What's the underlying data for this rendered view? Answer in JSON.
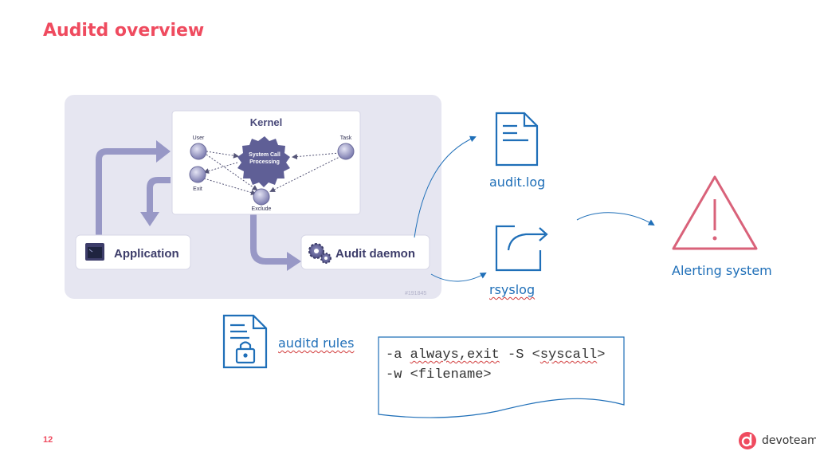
{
  "slide": {
    "title": "Auditd overview",
    "page_number": "12",
    "brand": "devoteam"
  },
  "diagram": {
    "kernel": {
      "title": "Kernel",
      "core": [
        "System Call",
        "Processing"
      ],
      "user": "User",
      "exit": "Exit",
      "task": "Task",
      "exclude": "Exclude"
    },
    "application": "Application",
    "audit_daemon": "Audit daemon",
    "image_ref": "#191845"
  },
  "outputs": {
    "audit_log": "audit.log",
    "rsyslog": "rsyslog",
    "alerting": "Alerting system",
    "rules": "auditd rules"
  },
  "rules_box": {
    "line1": [
      "-a ",
      "always,exit",
      " -S <",
      "syscall",
      ">"
    ],
    "line2": "-w <filename>"
  },
  "colors": {
    "accent": "#ef4b5f",
    "blue": "#1f6fb8",
    "purple": "#8f8fc0",
    "alert": "#d9627a"
  }
}
